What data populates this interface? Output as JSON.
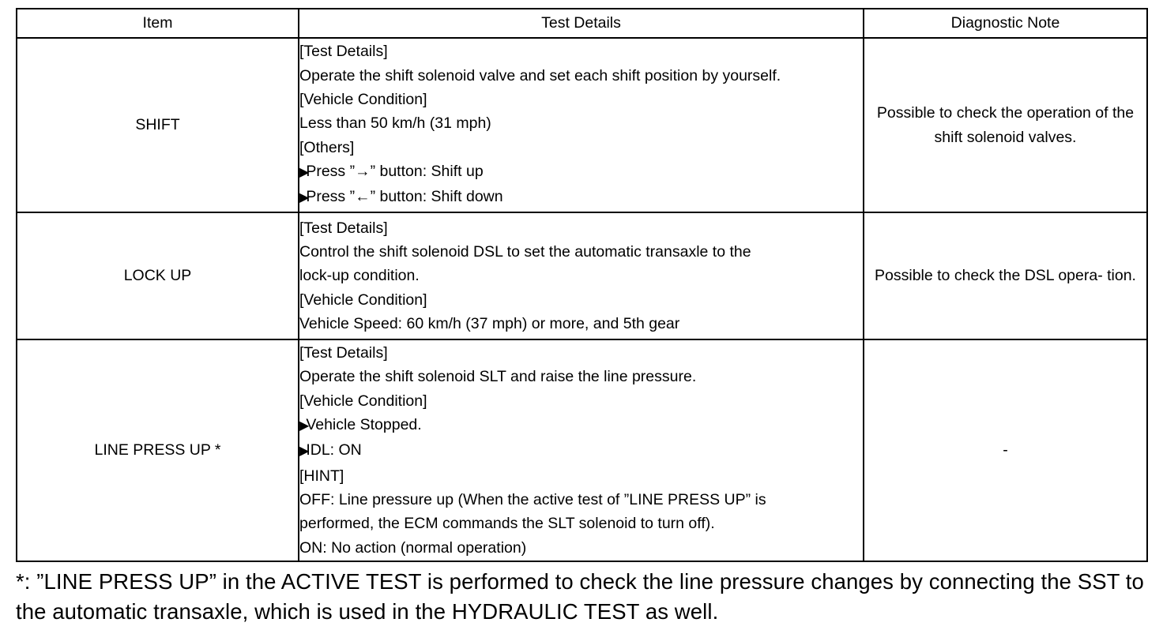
{
  "table": {
    "headers": [
      "Item",
      "Test Details",
      "Diagnostic Note"
    ],
    "rows": [
      {
        "item": "SHIFT",
        "details": [
          {
            "text": "[Test Details]",
            "bullet": false
          },
          {
            "text": "Operate the shift solenoid valve and set each shift position by yourself.",
            "bullet": false
          },
          {
            "text": "[Vehicle Condition]",
            "bullet": false
          },
          {
            "text": "Less than 50 km/h (31 mph)",
            "bullet": false
          },
          {
            "text": "[Others]",
            "bullet": false
          },
          {
            "text": "Press ”→” button: Shift up",
            "bullet": true
          },
          {
            "text": "Press ”←” button: Shift down",
            "bullet": true
          }
        ],
        "note": "Possible to check the operation of the shift solenoid valves."
      },
      {
        "item": "LOCK UP",
        "details": [
          {
            "text": "[Test Details]",
            "bullet": false
          },
          {
            "text": "Control the shift solenoid DSL to set the automatic transaxle to the",
            "bullet": false
          },
          {
            "text": "lock-up condition.",
            "bullet": false
          },
          {
            "text": "[Vehicle Condition]",
            "bullet": false
          },
          {
            "text": "Vehicle Speed: 60 km/h (37 mph) or more, and 5th gear",
            "bullet": false
          }
        ],
        "note": "Possible to check the DSL opera- tion."
      },
      {
        "item": "LINE PRESS UP *",
        "details": [
          {
            "text": "[Test Details]",
            "bullet": false
          },
          {
            "text": "Operate the shift solenoid SLT and raise the line pressure.",
            "bullet": false
          },
          {
            "text": "[Vehicle Condition]",
            "bullet": false
          },
          {
            "text": "Vehicle Stopped.",
            "bullet": true
          },
          {
            "text": "IDL: ON",
            "bullet": true
          },
          {
            "text": "[HINT]",
            "bullet": false
          },
          {
            "text": "OFF: Line pressure up (When the active test of ”LINE PRESS UP” is",
            "bullet": false
          },
          {
            "text": "performed, the ECM commands the SLT solenoid to turn off).",
            "bullet": false
          },
          {
            "text": "ON: No action (normal operation)",
            "bullet": false
          }
        ],
        "note": "-"
      }
    ]
  },
  "footnote": "*: ”LINE PRESS UP” in the ACTIVE TEST is performed to check the line pressure changes by connecting the SST to the automatic transaxle, which is used in the HYDRAULIC TEST as well.",
  "bullet_icon": "triangle-right-icon"
}
